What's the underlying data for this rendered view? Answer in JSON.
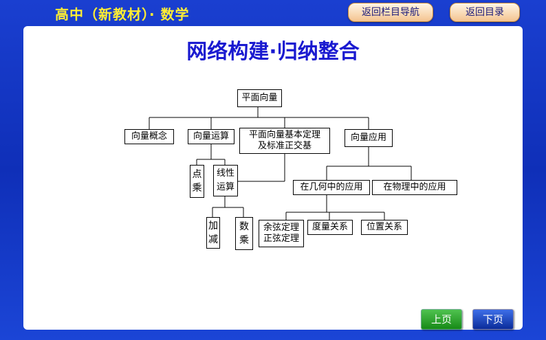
{
  "header": {
    "course_title": "高中（新教材）· 数学",
    "section_nav_label": "返回栏目导航",
    "toc_label": "返回目录"
  },
  "slide": {
    "title": "网络构建·归纳整合"
  },
  "concept_map": {
    "root": "平面向量",
    "concept": "向量概念",
    "operations": "向量运算",
    "basic_theorem_line1": "平面向量基本定理",
    "basic_theorem_line2": "及标准正交基",
    "application": "向量应用",
    "dot_product": "点乘",
    "linear_ops": "线性运算",
    "addition": "加减",
    "scalar_mult": "数乘",
    "geometry_app": "在几何中的应用",
    "physics_app": "在物理中的应用",
    "law_line1": "余弦定理",
    "law_line2": "正弦定理",
    "metric": "度量关系",
    "position": "位置关系"
  },
  "footer": {
    "prev_label": "上页",
    "next_label": "下页"
  }
}
